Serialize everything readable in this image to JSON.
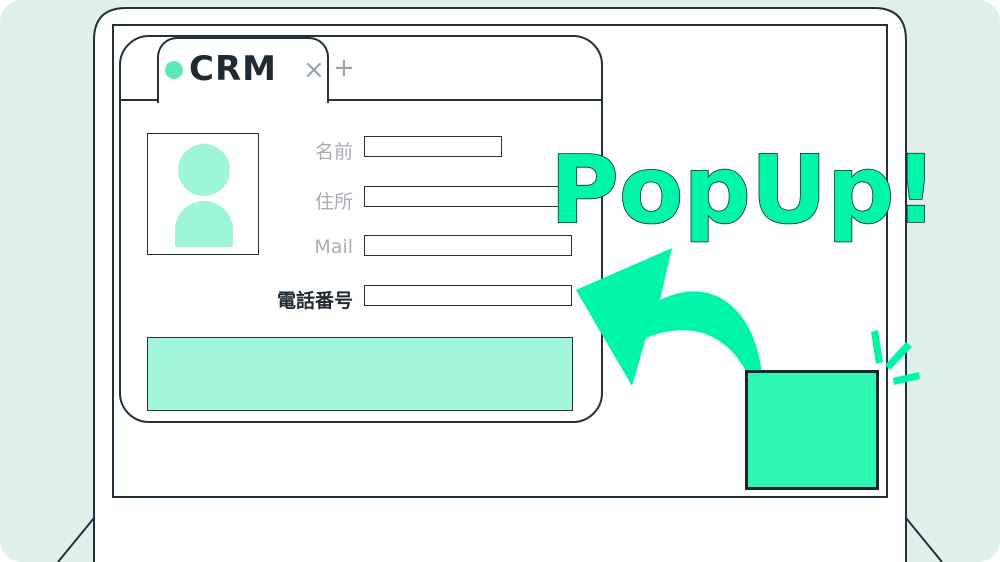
{
  "tab": {
    "title": "CRM",
    "close_glyph": "×",
    "add_glyph": "+"
  },
  "form": {
    "fields": [
      {
        "label": "名前"
      },
      {
        "label": "住所"
      },
      {
        "label": "Mail"
      },
      {
        "label": "電話番号"
      }
    ]
  },
  "popup": {
    "text": "PopUp!"
  },
  "colors": {
    "background": "#e0f1ec",
    "accent": "#00f5a8",
    "accent_light": "#a3f7dc",
    "outline": "#22313b"
  },
  "icons": [
    "tab-status-dot-icon",
    "close-icon",
    "add-tab-icon",
    "person-silhouette-icon",
    "curved-arrow-icon",
    "sparkle-icon"
  ]
}
